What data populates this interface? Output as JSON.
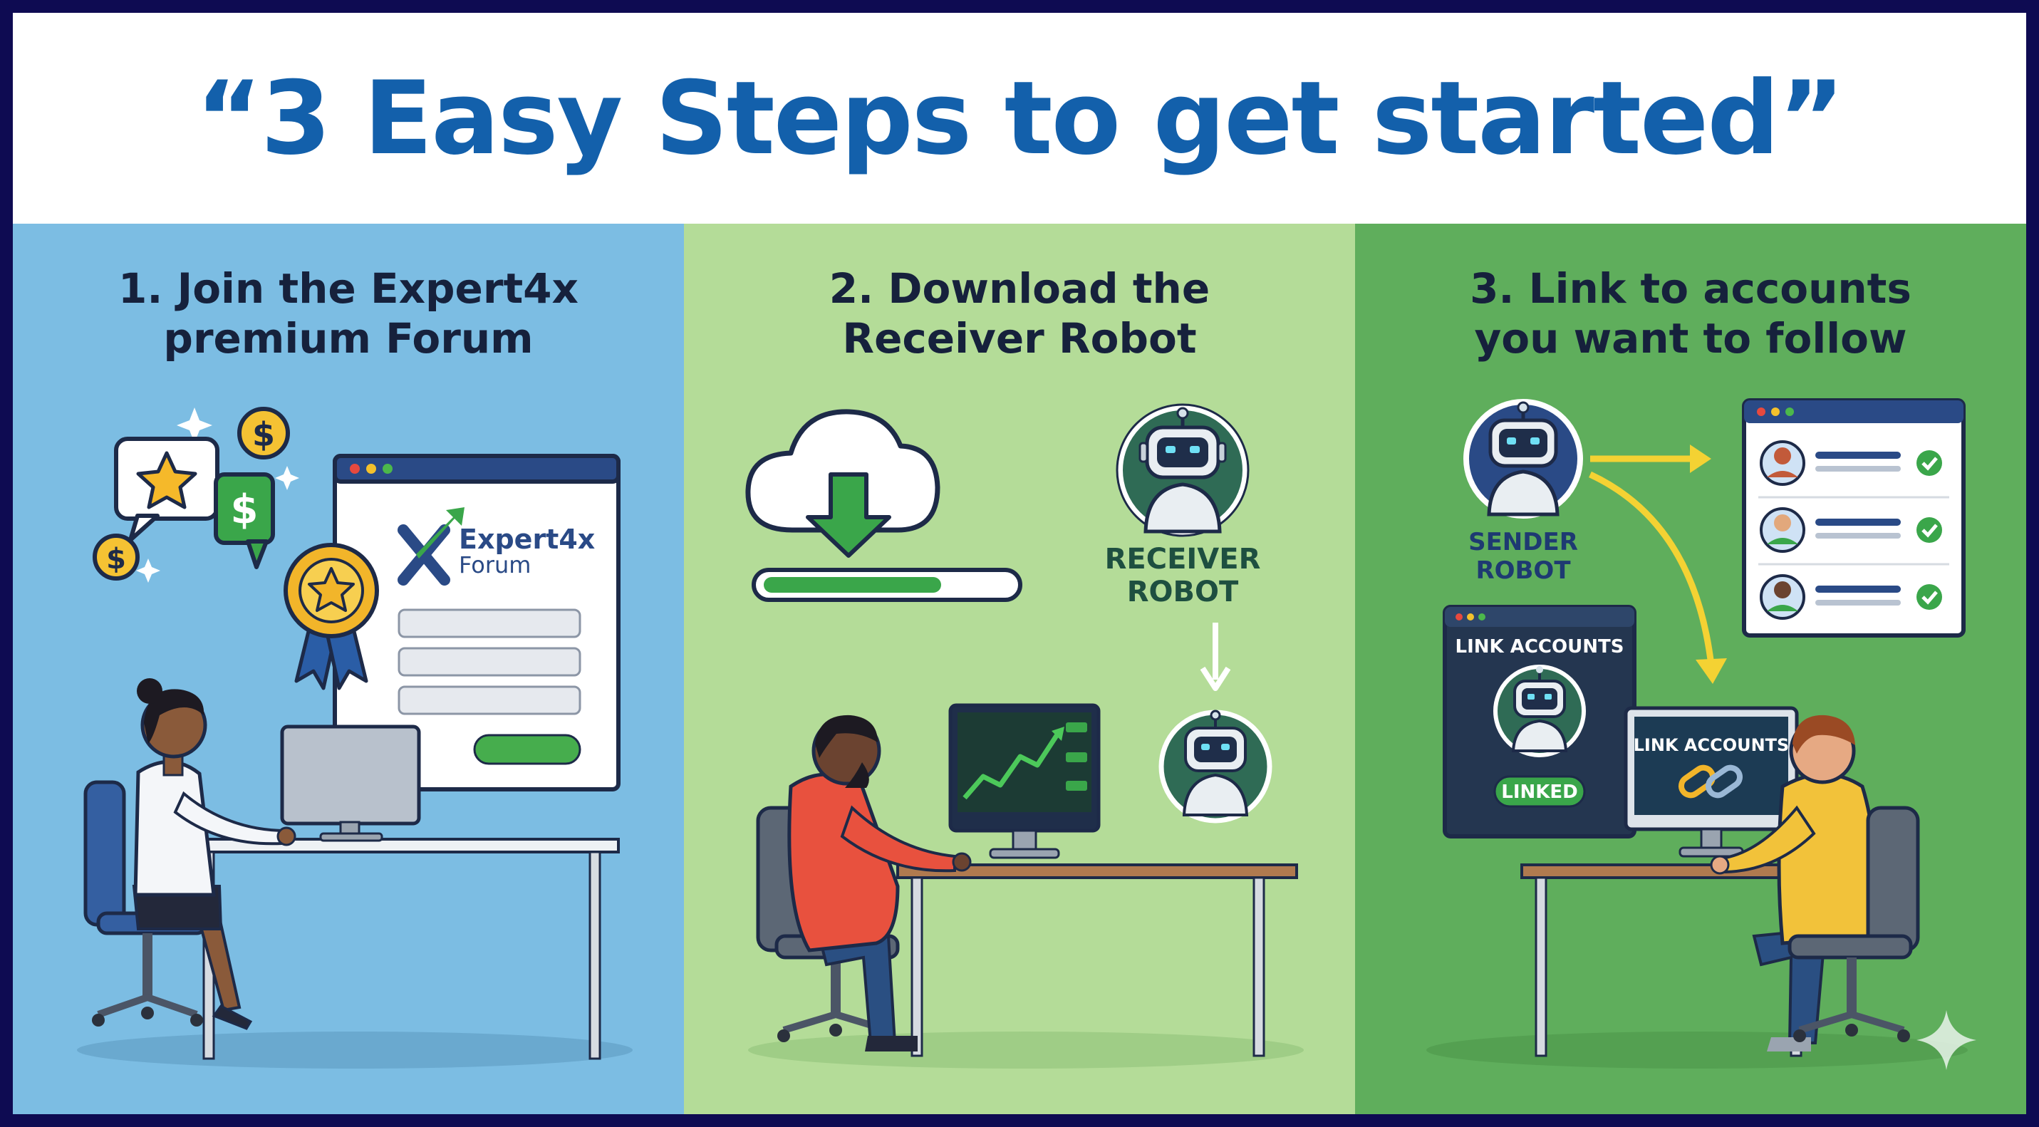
{
  "title": "“3 Easy Steps to get started”",
  "colors": {
    "title_blue": "#1360ab",
    "panel_1": "#7cbde3",
    "panel_2": "#b4dc98",
    "panel_3": "#5fae5c",
    "border": "#0e0b52",
    "accent_green": "#3aa64a",
    "arrow_yellow": "#f4d233"
  },
  "steps": [
    {
      "line1": "1. Join the Expert4x",
      "line2": "premium Forum",
      "forum_name": "Expert4x",
      "forum_sub": "Forum",
      "icons": [
        "star-chat-icon",
        "dollar-coin-icon",
        "dollar-chat-icon",
        "award-badge-icon"
      ]
    },
    {
      "line1": "2. Download the",
      "line2": "Receiver Robot",
      "robot_label_1": "RECEIVER",
      "robot_label_2": "ROBOT",
      "download_progress": 0.72,
      "icons": [
        "cloud-download-icon",
        "robot-icon",
        "down-arrow-icon"
      ]
    },
    {
      "line1": "3. Link to accounts",
      "line2": "you want to follow",
      "robot_label_1": "SENDER",
      "robot_label_2": "ROBOT",
      "panel_title": "LINK ACCOUNTS",
      "status": "LINKED",
      "monitor_title": "LINK ACCOUNTS",
      "accounts_linked": 3,
      "icons": [
        "robot-icon",
        "check-icon",
        "chain-link-icon"
      ]
    }
  ]
}
